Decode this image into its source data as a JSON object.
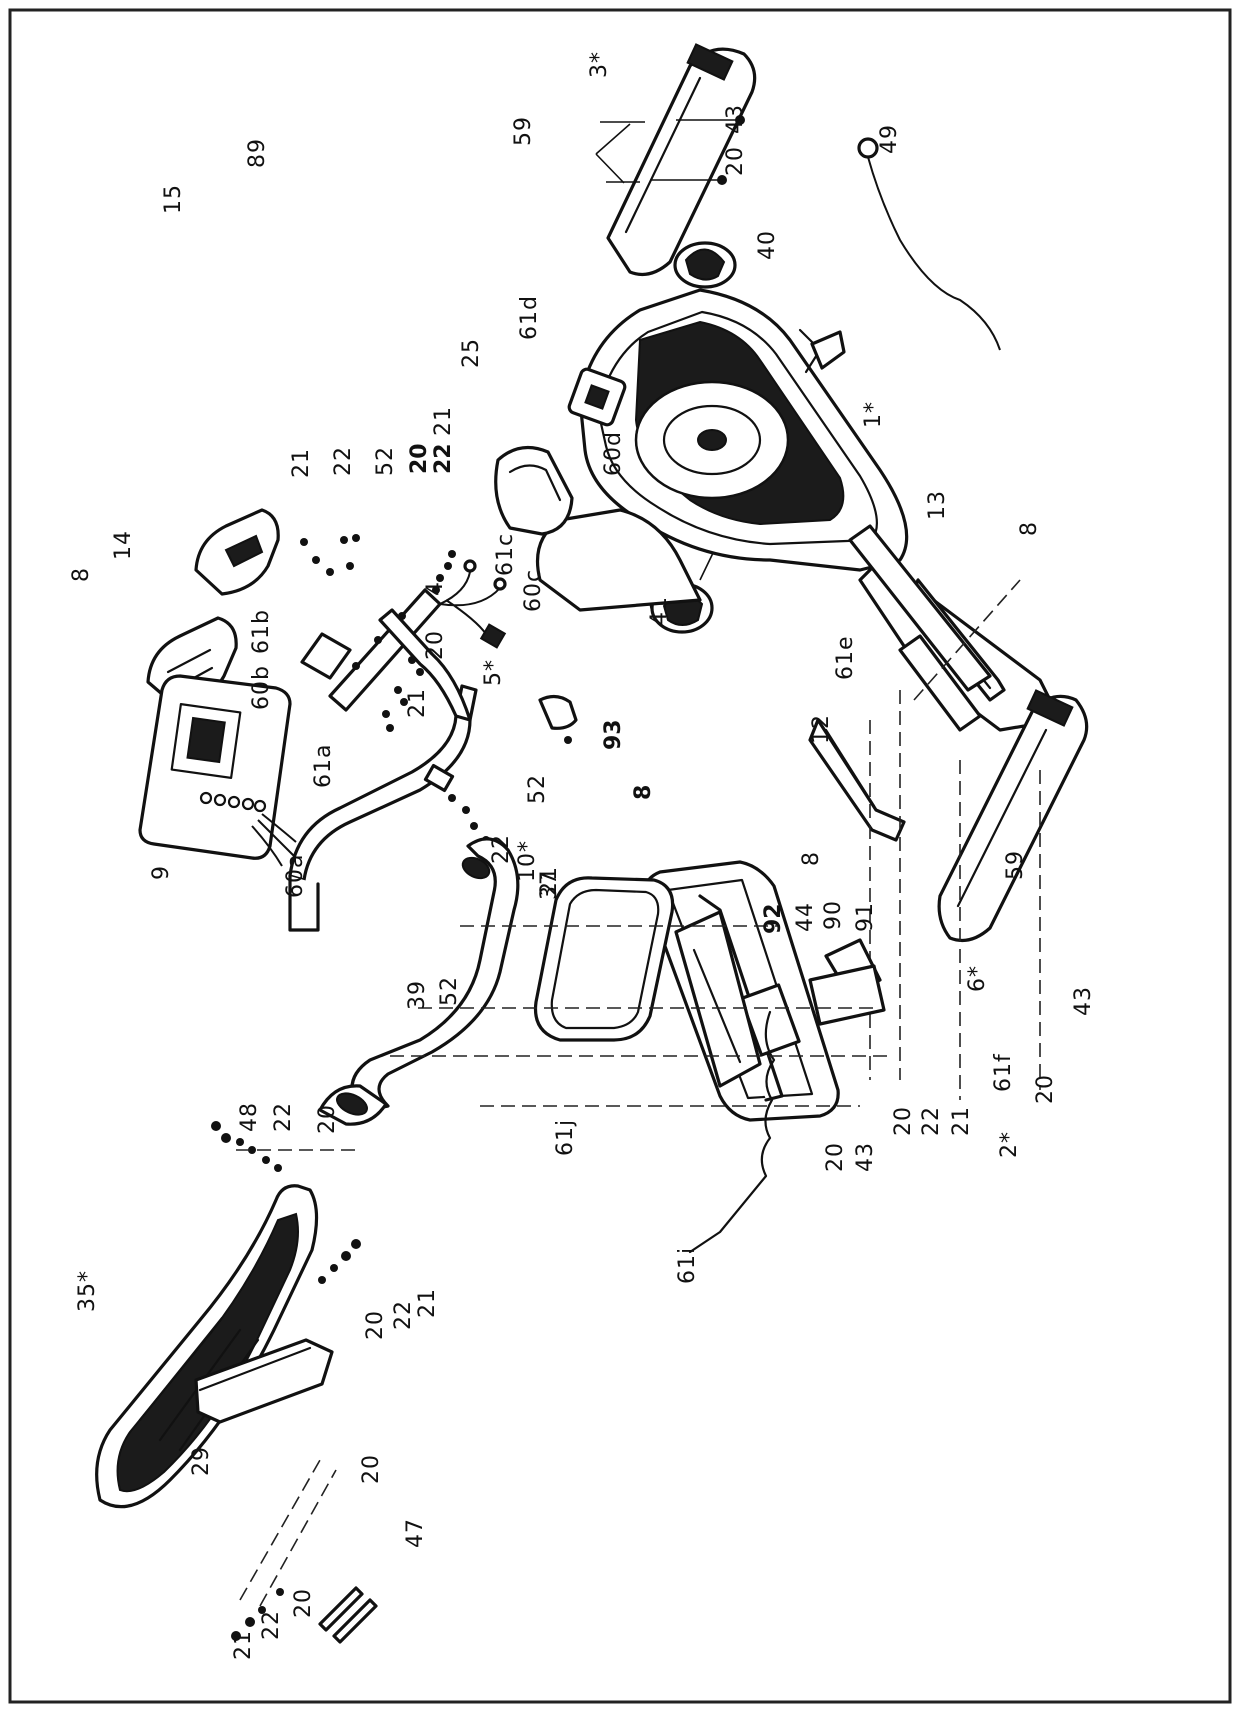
{
  "labels": {
    "l3": "3*",
    "l59a": "59",
    "l20a": "20",
    "l43a": "43",
    "l49": "49",
    "l40": "40",
    "l89": "89",
    "l15": "15",
    "l21a": "21",
    "l22a": "22",
    "l52a": "52",
    "l20b": "20",
    "l22b": "22",
    "l21b": "21",
    "l25": "25",
    "l61d": "61d",
    "l60d": "60d",
    "l1": "1*",
    "l13": "13",
    "l8a": "8",
    "l14": "14",
    "l8b": "8",
    "l61b": "61b",
    "l60b": "60b",
    "l61c": "61c",
    "l60c": "60c",
    "l41": "41",
    "l4": "4",
    "l20c": "20",
    "l21c": "21",
    "l5": "5*",
    "l61e": "61e",
    "l9": "9",
    "l61a": "61a",
    "l60a": "60a",
    "l52b": "52",
    "l22c": "22",
    "l21d": "21",
    "l93": "93",
    "l8c": "8",
    "l12": "12",
    "l8d": "8",
    "l59b": "59",
    "l43b": "43",
    "l20d": "20",
    "l2": "2*",
    "l10": "10*",
    "l37": "37",
    "l92": "92",
    "l44": "44",
    "l90": "90",
    "l91": "91",
    "l6": "6*",
    "l61f": "61f",
    "l39": "39",
    "l52c": "52",
    "l48": "48",
    "l22d": "22",
    "l20e": "20",
    "l61j": "61j",
    "l20f": "20",
    "l43c": "43",
    "l20g": "20",
    "l22e": "22",
    "l21e": "21",
    "l61i": "61i",
    "l35": "35*",
    "l21f": "21",
    "l22f": "22",
    "l20h": "20",
    "l20i": "20",
    "l47": "47",
    "l29": "29",
    "l21g": "21",
    "l22g": "22",
    "l20j": "20"
  },
  "colors": {
    "ink": "#111111",
    "paper": "#ffffff",
    "frame": "#222222"
  }
}
